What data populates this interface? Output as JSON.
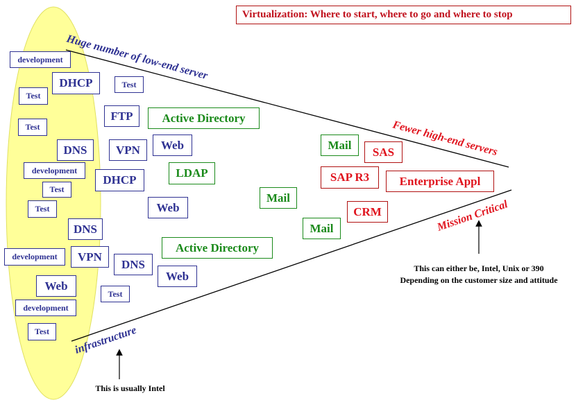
{
  "title": "Virtualization: Where to start, where to go and where to stop",
  "edge_labels": {
    "top_left": "Huge number of low-end server",
    "top_right": "Fewer high-end servers",
    "bottom_left": "infrastructure",
    "bottom_right": "Mission Critical"
  },
  "notes": {
    "bottom_left": "This is usually Intel",
    "right_line1": "This can either be, Intel, Unix or 390",
    "right_line2": "Depending on the customer size and attitude"
  },
  "colors": {
    "ellipse_fill": "#ffff99",
    "blue_text": "#2e3192",
    "green_text": "#1a8a1a",
    "red_text": "#e0141e"
  },
  "boxes": [
    {
      "text": "development"
    },
    {
      "text": "DHCP"
    },
    {
      "text": "Test"
    },
    {
      "text": "Test"
    },
    {
      "text": "FTP"
    },
    {
      "text": "Active Directory"
    },
    {
      "text": "Test"
    },
    {
      "text": "DNS"
    },
    {
      "text": "VPN"
    },
    {
      "text": "Web"
    },
    {
      "text": "development"
    },
    {
      "text": "LDAP"
    },
    {
      "text": "DHCP"
    },
    {
      "text": "Test"
    },
    {
      "text": "Test"
    },
    {
      "text": "Web"
    },
    {
      "text": "DNS"
    },
    {
      "text": "development"
    },
    {
      "text": "VPN"
    },
    {
      "text": "DNS"
    },
    {
      "text": "Active Directory"
    },
    {
      "text": "Web"
    },
    {
      "text": "Web"
    },
    {
      "text": "Test"
    },
    {
      "text": "development"
    },
    {
      "text": "Test"
    },
    {
      "text": "Mail"
    },
    {
      "text": "Mail"
    },
    {
      "text": "Mail"
    },
    {
      "text": "SAS"
    },
    {
      "text": "SAP R3"
    },
    {
      "text": "Enterprise Appl"
    },
    {
      "text": "CRM"
    }
  ]
}
